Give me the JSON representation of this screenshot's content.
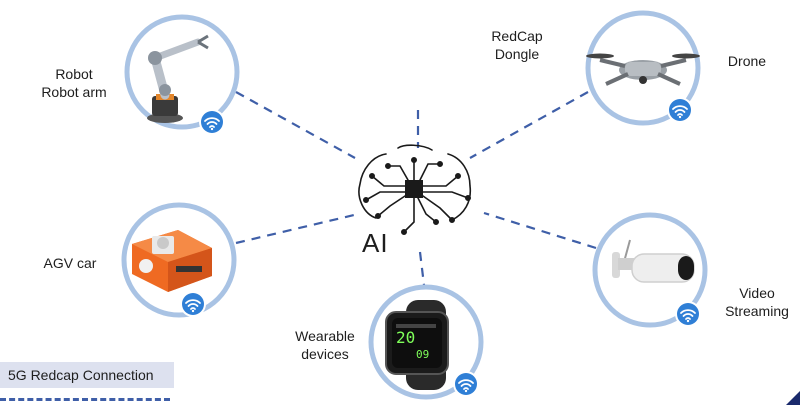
{
  "center": {
    "label": "AI"
  },
  "devices": [
    {
      "id": "robot",
      "label": "Robot\nRobot arm"
    },
    {
      "id": "agv",
      "label": "AGV car"
    },
    {
      "id": "wearable",
      "label": "Wearable\ndevices"
    },
    {
      "id": "redcap",
      "label": "RedCap\nDongle"
    },
    {
      "id": "drone",
      "label": "Drone"
    },
    {
      "id": "camera",
      "label": "Video\nStreaming"
    }
  ],
  "legend": {
    "label": "5G Redcap Connection"
  },
  "colors": {
    "ring": "#a9c3e4",
    "dash": "#3f5fa8",
    "wifi_badge": "#2f7fd6",
    "chip": "#1a1a1a"
  },
  "icons": [
    "robot-arm-icon",
    "agv-car-icon",
    "smartwatch-icon",
    "drone-icon",
    "security-camera-icon",
    "ai-brain-chip-icon",
    "wifi-icon"
  ]
}
